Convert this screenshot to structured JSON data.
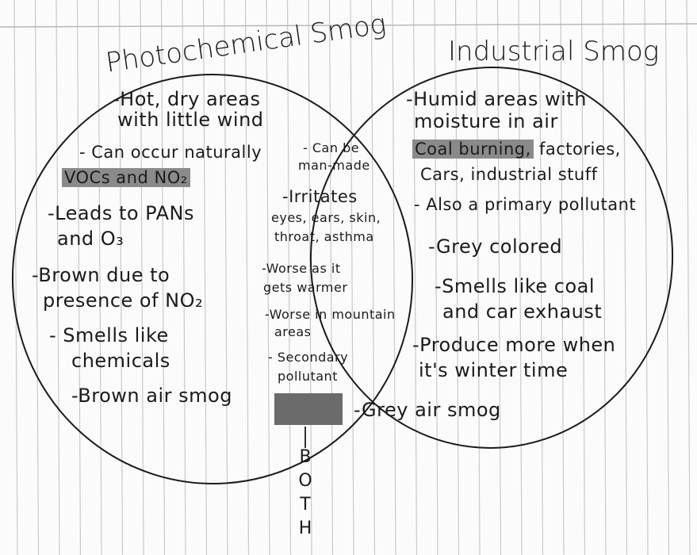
{
  "left": {
    "title": "Photochemical Smog",
    "item1_l1": "-Hot, dry areas",
    "item1_l2": "with little wind",
    "item2": "- Can occur naturally",
    "item3": "VOCs and NO₂",
    "item4_l1": "-Leads to PANs",
    "item4_l2": "and O₃",
    "item5_l1": "-Brown due to",
    "item5_l2": "presence of NO₂",
    "item6_l1": "- Smells like",
    "item6_l2": "chemicals",
    "item7": "-Brown air smog"
  },
  "center": {
    "item1_l1": "- Can be",
    "item1_l2": "man-made",
    "item2_l1": "-Irritates",
    "item2_l2": "eyes, ears, skin,",
    "item2_l3": "throat, asthma",
    "item3_l1": "-Worse as it",
    "item3_l2": "gets warmer",
    "item4_l1": "-Worse in mountain",
    "item4_l2": "areas",
    "item5_l1": "- Secondary",
    "item5_l2": "pollutant",
    "both_letters": [
      "B",
      "O",
      "T",
      "H"
    ]
  },
  "right": {
    "title": "Industrial Smog",
    "item1_l1": "-Humid areas with",
    "item1_l2": "moisture in air",
    "item2_hl": "Coal burning,",
    "item2_rest": " factories,",
    "item2_l2": "Cars, industrial stuff",
    "item3": "- Also a primary pollutant",
    "item4": "-Grey colored",
    "item5_l1": "-Smells like coal",
    "item5_l2": "and car exhaust",
    "item6_l1": "-Produce more when",
    "item6_l2": "it's winter time",
    "item7": "-Grey air smog"
  },
  "colors": {
    "paper": "#fbfbfb",
    "rule_lines": "#c9c9c9",
    "ink": "#1b1b1b",
    "highlighter": "#8a8a8a"
  }
}
